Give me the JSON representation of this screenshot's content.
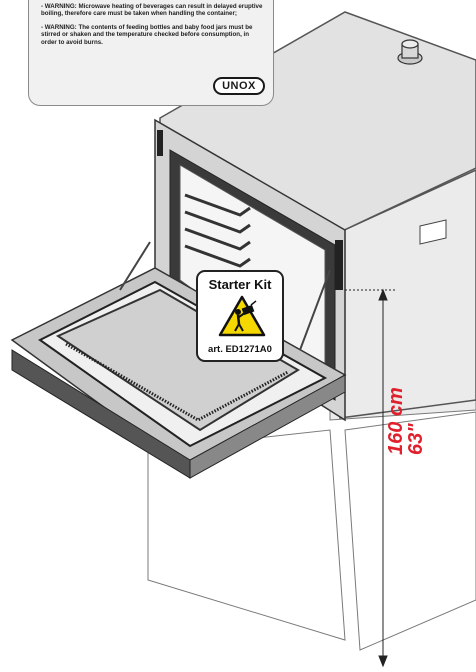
{
  "callout": {
    "warning_1": "- WARNING: Microwave heating of beverages can result in delayed eruptive boiling, therefore care must be taken when handling the container;",
    "warning_2": "- WARNING: The contents of feeding bottles and baby food jars must be stirred or shaken and the temperature checked before consumption, in order to avoid burns.",
    "logo": "UNOX"
  },
  "badge": {
    "title": "Starter Kit",
    "article": "art. ED1271A0",
    "icon": "lifting-hazard-warning-icon",
    "warning_color": "#f5d800"
  },
  "dimension": {
    "metric": "160 cm",
    "imperial": "63\"",
    "color": "#e0202c"
  }
}
